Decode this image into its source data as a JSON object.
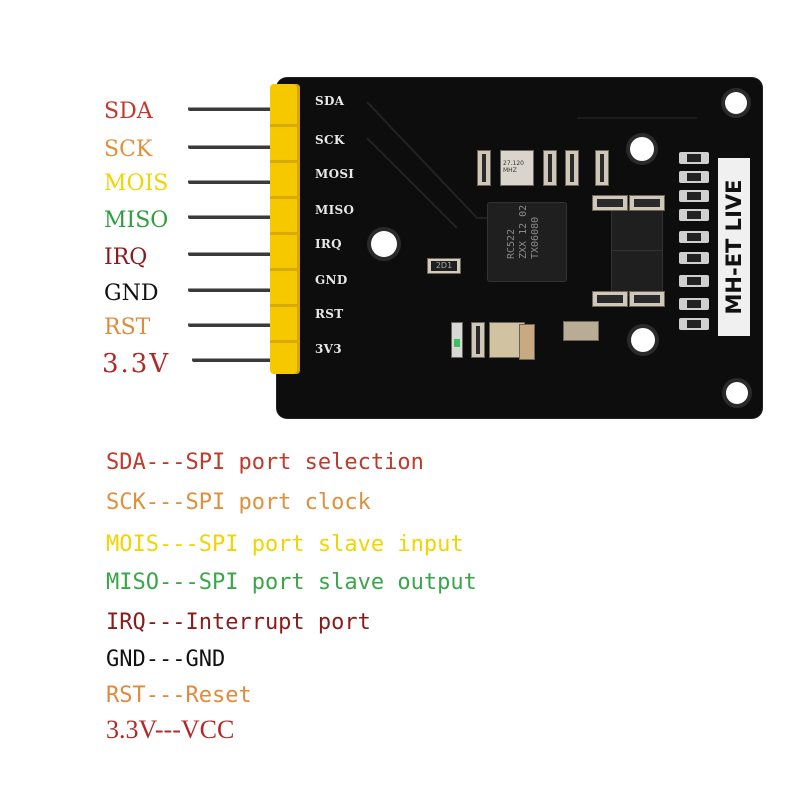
{
  "pins": [
    {
      "label": "SDA",
      "color": "#c0392b",
      "silk": "SDA"
    },
    {
      "label": "SCK",
      "color": "#e0903a",
      "silk": "SCK"
    },
    {
      "label": "MOIS",
      "color": "#f2d400",
      "silk": "MOSI"
    },
    {
      "label": "MISO",
      "color": "#2e9e3e",
      "silk": "MISO"
    },
    {
      "label": "IRQ",
      "color": "#8b1a1a",
      "silk": "IRQ"
    },
    {
      "label": "GND",
      "color": "#111111",
      "silk": "GND"
    },
    {
      "label": "RST",
      "color": "#e08a3a",
      "silk": "RST"
    },
    {
      "label": "3.3V",
      "color": "#b02a2a",
      "silk": "3V3"
    }
  ],
  "board": {
    "brand": "MH-ET LIVE",
    "ic_lines": [
      "RC522",
      "ZXX 12 02",
      "TX06080"
    ],
    "crystal_lines": [
      "27.120",
      "MHZ"
    ],
    "resistor_label": "2D1"
  },
  "descriptions": [
    {
      "text": "SDA---SPI port selection",
      "color": "#c0392b"
    },
    {
      "text": "SCK---SPI port clock",
      "color": "#e0903a"
    },
    {
      "text": "MOIS---SPI port slave input",
      "color": "#f2d400"
    },
    {
      "text": "MISO---SPI port slave output",
      "color": "#3aa64a"
    },
    {
      "text": "IRQ---Interrupt port",
      "color": "#8b1a1a"
    },
    {
      "text": "GND---GND",
      "color": "#111111"
    },
    {
      "text": "RST---Reset",
      "color": "#e08a3a"
    },
    {
      "text": "3.3V---VCC",
      "color": "#b02a2a"
    }
  ]
}
